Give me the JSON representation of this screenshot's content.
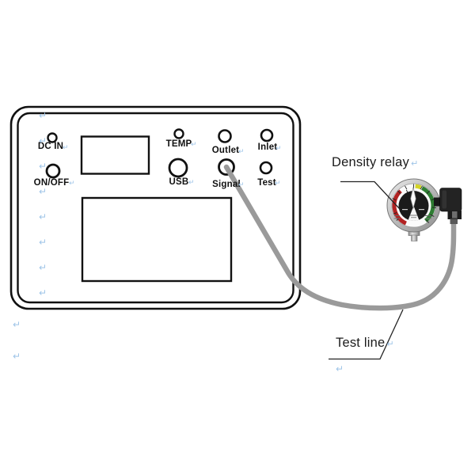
{
  "panel": {
    "ports": [
      {
        "id": "dc-in",
        "label": "DC IN",
        "type": "indicator"
      },
      {
        "id": "temp",
        "label": "TEMP",
        "type": "indicator"
      },
      {
        "id": "outlet",
        "label": "Outlet",
        "type": "port"
      },
      {
        "id": "inlet",
        "label": "Inlet",
        "type": "port"
      },
      {
        "id": "on-off",
        "label": "ON/OFF",
        "type": "button"
      },
      {
        "id": "usb",
        "label": "USB",
        "type": "port"
      },
      {
        "id": "signal",
        "label": "Signal",
        "type": "port"
      },
      {
        "id": "test",
        "label": "Test",
        "type": "port"
      }
    ]
  },
  "callouts": {
    "density_relay": "Density relay",
    "test_line": "Test line"
  },
  "formatting_mark": "↵",
  "colors": {
    "line": "#111111",
    "formatting_mark": "#9fc5e8",
    "cable": "#9a9a9a",
    "gauge_red": "#b22222",
    "gauge_yellow": "#d3d327",
    "gauge_green": "#2e7d32",
    "connector_black": "#232323"
  }
}
